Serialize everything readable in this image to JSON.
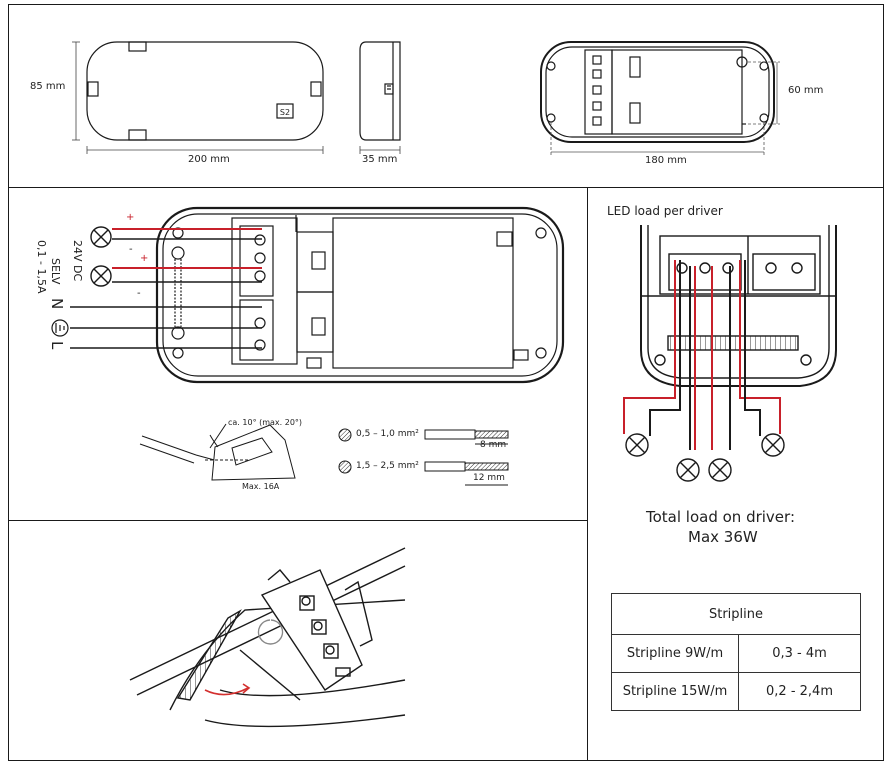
{
  "dimensions": {
    "height_85": "85 mm",
    "length_200": "200 mm",
    "depth_35": "35 mm",
    "hole_180": "180 mm",
    "hole_60": "60 mm"
  },
  "wiring": {
    "selv_label": "SELV",
    "output_voltage": "24V DC",
    "output_current": "0,1 - 1,5A",
    "plus_sign": "+",
    "minus_sign": "-",
    "neutral": "N",
    "line": "L"
  },
  "wire_prep": {
    "angle_note": "ca. 10° (max. 20°)",
    "max_current": "Max. 16A",
    "cross_section_small": "0,5 – 1,0 mm²",
    "cross_section_large": "1,5 – 2,5 mm²",
    "strip_small": "8 mm",
    "strip_large": "12 mm"
  },
  "led_load": {
    "title": "LED load per driver",
    "total_line1": "Total load on driver:",
    "total_line2": "Max 36W"
  },
  "stripline_table": {
    "header": "Stripline",
    "rows": [
      {
        "product": "Stripline 9W/m",
        "range": "0,3 - 4m"
      },
      {
        "product": "Stripline 15W/m",
        "range": "0,2 - 2,4m"
      }
    ]
  },
  "colors": {
    "line": "#1a1a1a",
    "wire_red": "#c8202a",
    "housing_fill": "#ffffff",
    "accent_red": "#d3302f"
  }
}
